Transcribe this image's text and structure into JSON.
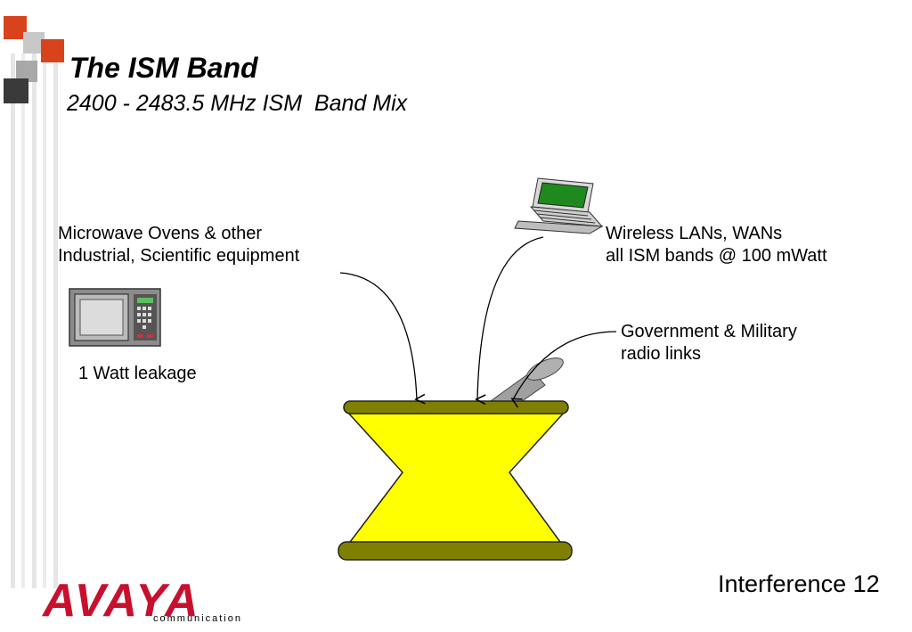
{
  "slide": {
    "title": "The ISM Band",
    "subtitle": "2400 - 2483.5 MHz ISM  Band Mix"
  },
  "sources": {
    "microwave": {
      "line1": "Microwave Ovens & other",
      "line2": "Industrial, Scientific equipment",
      "note": "1 Watt leakage",
      "icon": "microwave-oven-icon"
    },
    "wireless": {
      "line1": "Wireless LANs, WANs",
      "line2": "all ISM bands @ 100 mWatt",
      "icon": "laptop-icon"
    },
    "government": {
      "line1": "Government & Military",
      "line2": "radio links"
    }
  },
  "mixing_vessel": {
    "icon": "mortar-and-pestle-icon",
    "fill_color": "#ffff00",
    "rim_color": "#808000"
  },
  "footer": {
    "text": "Interference 12"
  },
  "logo": {
    "name": "AVAYA",
    "tagline": "communication",
    "color": "#c8102e"
  }
}
